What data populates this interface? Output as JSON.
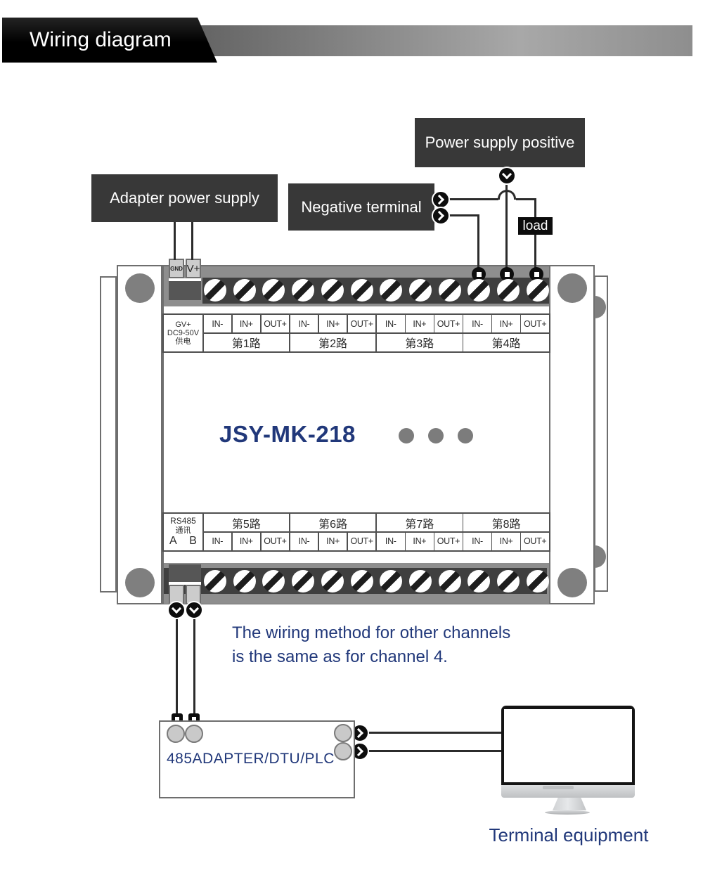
{
  "header": {
    "title": "Wiring diagram"
  },
  "callouts": {
    "power_positive": "Power supply positive",
    "adapter_power": "Adapter power supply",
    "negative_terminal": "Negative terminal",
    "load": "load"
  },
  "device": {
    "model": "JSY-MK-218",
    "power_input_terminals": [
      "GND",
      "V+"
    ],
    "power_corner": [
      "GV+",
      "DC9-50V",
      "供电"
    ],
    "rs485_corner": [
      "RS485",
      "通讯",
      "A B"
    ],
    "pin_labels": [
      "IN-",
      "IN+",
      "OUT+"
    ],
    "top_channels": [
      "第1路",
      "第2路",
      "第3路",
      "第4路"
    ],
    "bottom_channels": [
      "第5路",
      "第6路",
      "第7路",
      "第8路"
    ]
  },
  "note_lines": [
    "The wiring method for other channels",
    "is the same as for channel 4."
  ],
  "rs485_adapter": {
    "label": "485ADAPTER/DTU/PLC"
  },
  "terminal_equipment": {
    "label": "Terminal equipment"
  },
  "colors": {
    "navy": "#21387a",
    "callout_bg": "#383838",
    "wire": "#2b2b2b",
    "strip_gray": "#8e8e8e",
    "band_dark": "#3f3f3f"
  }
}
